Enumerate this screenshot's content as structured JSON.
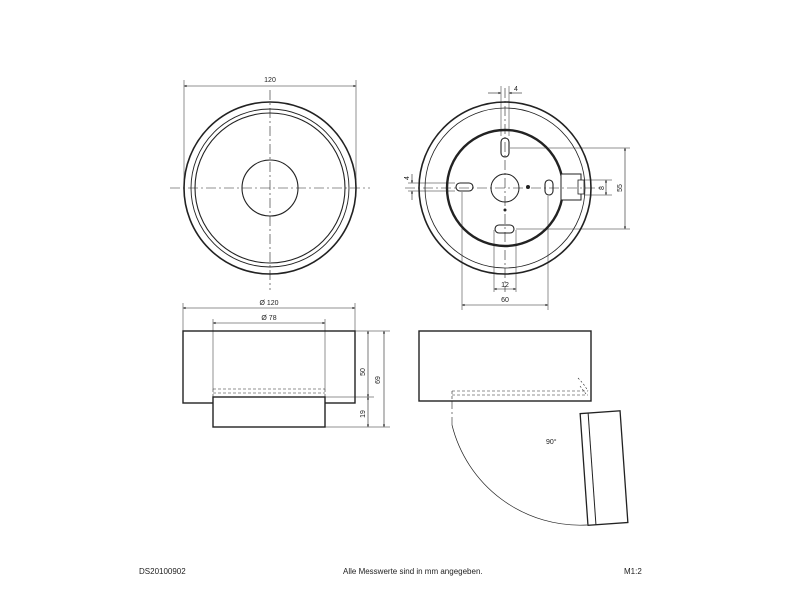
{
  "dimensions": {
    "top_view_width": "120",
    "rear_slot_width": "4",
    "rear_left_small": "4",
    "rear_small_height": "8",
    "rear_height": "55",
    "rear_hole_spacing": "12",
    "rear_width": "60",
    "side_outer_diameter": "Ø 120",
    "side_inner_diameter": "Ø 78",
    "side_body_height": "50",
    "side_total_height": "69",
    "side_base_height": "19",
    "open_angle": "90°"
  },
  "footer": {
    "doc_id": "DS20100902",
    "note": "Alle Messwerte sind in mm angegeben.",
    "scale": "M1:2"
  }
}
